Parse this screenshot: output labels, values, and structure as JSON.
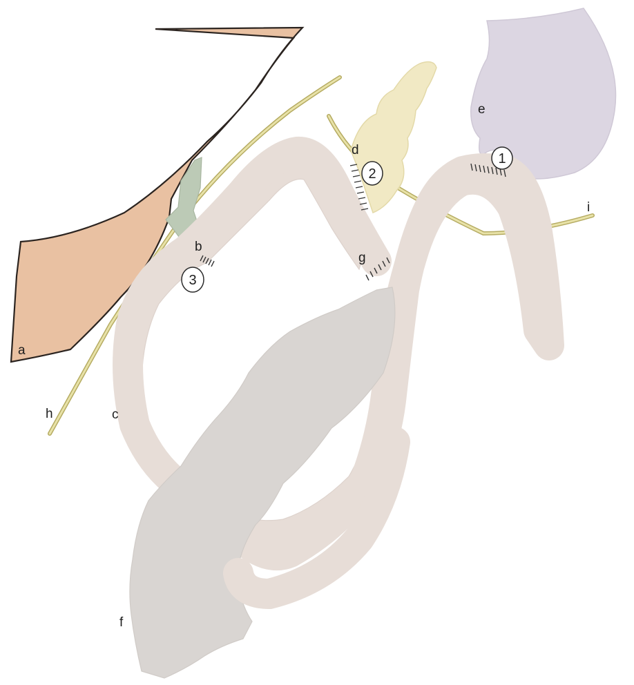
{
  "labels": {
    "a": "a",
    "b": "b",
    "c": "c",
    "d": "d",
    "e": "e",
    "f": "f",
    "g": "g",
    "h": "h",
    "i": "i"
  },
  "anastomoses": {
    "one": "1",
    "two": "2",
    "three": "3"
  },
  "colors": {
    "liver": "#e9c1a2",
    "bile_duct": "#bccab6",
    "pancreas": "#f1e9c4",
    "stomach": "#dcd6e2",
    "jejunum": "#e7ddd7",
    "colon": "#d9d5d2",
    "vessel": "#cdc48a",
    "outline": "#2b2420"
  }
}
